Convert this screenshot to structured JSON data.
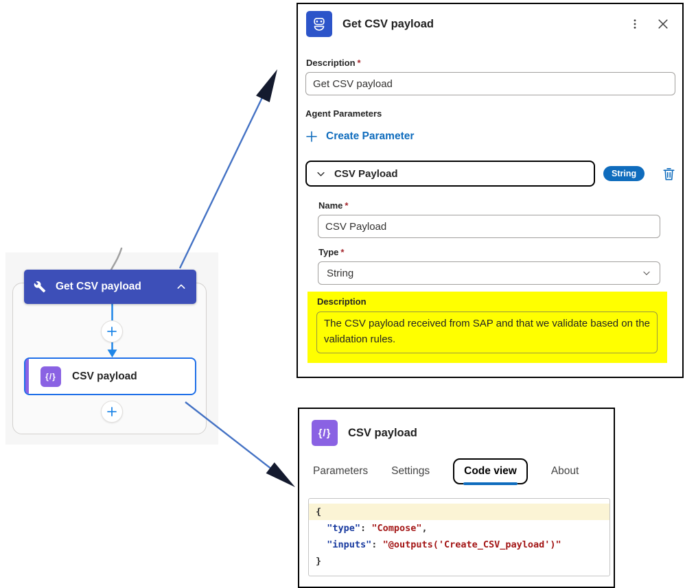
{
  "colors": {
    "header_blue": "#3d4fb8",
    "bot_blue": "#2c54c9",
    "flow_blue": "#1f86e8",
    "selection_blue": "#1e6fe8",
    "node_purple": "#8a62e3",
    "accent_blue": "#0f6cbd",
    "highlight_yellow": "#ffff00",
    "arrow_line": "#4472c4",
    "arrow_head": "#141a2e",
    "code_key": "#16389e",
    "code_string": "#a31515",
    "code_line_hl": "#fbf4d5"
  },
  "required_mark": "*",
  "flow_diagram": {
    "scope_header": {
      "label": "Get CSV payload"
    },
    "action_node": {
      "label": "CSV payload"
    },
    "compose_glyph": "{/}"
  },
  "agent_panel": {
    "title": "Get CSV payload",
    "description_field": {
      "label": "Description",
      "value": "Get CSV payload"
    },
    "agent_parameters_label": "Agent Parameters",
    "create_parameter_label": "Create Parameter",
    "parameter_card": {
      "header_label": "CSV Payload",
      "type_badge": "String",
      "name_field": {
        "label": "Name",
        "value": "CSV Payload"
      },
      "type_field": {
        "label": "Type",
        "value": "String"
      },
      "description_field": {
        "label": "Description",
        "value": "The CSV payload received from SAP and that we validate based on the validation rules."
      }
    }
  },
  "compose_panel": {
    "title": "CSV payload",
    "compose_glyph": "{/}",
    "tabs": [
      "Parameters",
      "Settings",
      "Code view",
      "About"
    ],
    "active_tab": "Code view",
    "code_lines": [
      {
        "highlight": true,
        "tokens": [
          {
            "c": "plain",
            "t": "{"
          }
        ]
      },
      {
        "highlight": false,
        "tokens": [
          {
            "c": "plain",
            "t": "  "
          },
          {
            "c": "key",
            "t": "\"type\""
          },
          {
            "c": "plain",
            "t": ": "
          },
          {
            "c": "str",
            "t": "\"Compose\""
          },
          {
            "c": "plain",
            "t": ","
          }
        ]
      },
      {
        "highlight": false,
        "tokens": [
          {
            "c": "plain",
            "t": "  "
          },
          {
            "c": "key",
            "t": "\"inputs\""
          },
          {
            "c": "plain",
            "t": ": "
          },
          {
            "c": "str",
            "t": "\"@outputs('Create_CSV_payload')\""
          }
        ]
      },
      {
        "highlight": false,
        "tokens": [
          {
            "c": "plain",
            "t": "}"
          }
        ]
      }
    ]
  }
}
